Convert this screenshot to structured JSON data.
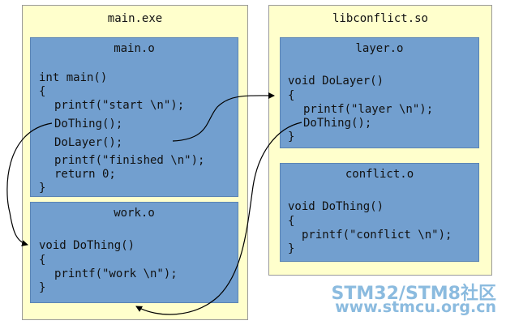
{
  "main_exe": {
    "title": "main.exe",
    "main_o": {
      "title": "main.o",
      "lines": [
        "int main()",
        "{",
        "printf(\"start \\n\");",
        "DoThing();",
        "DoLayer();",
        "printf(\"finished \\n\");",
        "return 0;",
        "}"
      ]
    },
    "work_o": {
      "title": "work.o",
      "lines": [
        "void DoThing()",
        "{",
        "printf(\"work \\n\");",
        "}"
      ]
    }
  },
  "libconflict": {
    "title": "libconflict.so",
    "layer_o": {
      "title": "layer.o",
      "lines": [
        "void DoLayer()",
        "{",
        "printf(\"layer \\n\");",
        "DoThing();",
        "}"
      ]
    },
    "conflict_o": {
      "title": "conflict.o",
      "lines": [
        "void DoThing()",
        "{",
        "printf(\"conflict \\n\");",
        "}"
      ]
    }
  },
  "watermark": {
    "line1": "STM32/STM8社区",
    "line2": "www.stmcu.org.cn"
  }
}
